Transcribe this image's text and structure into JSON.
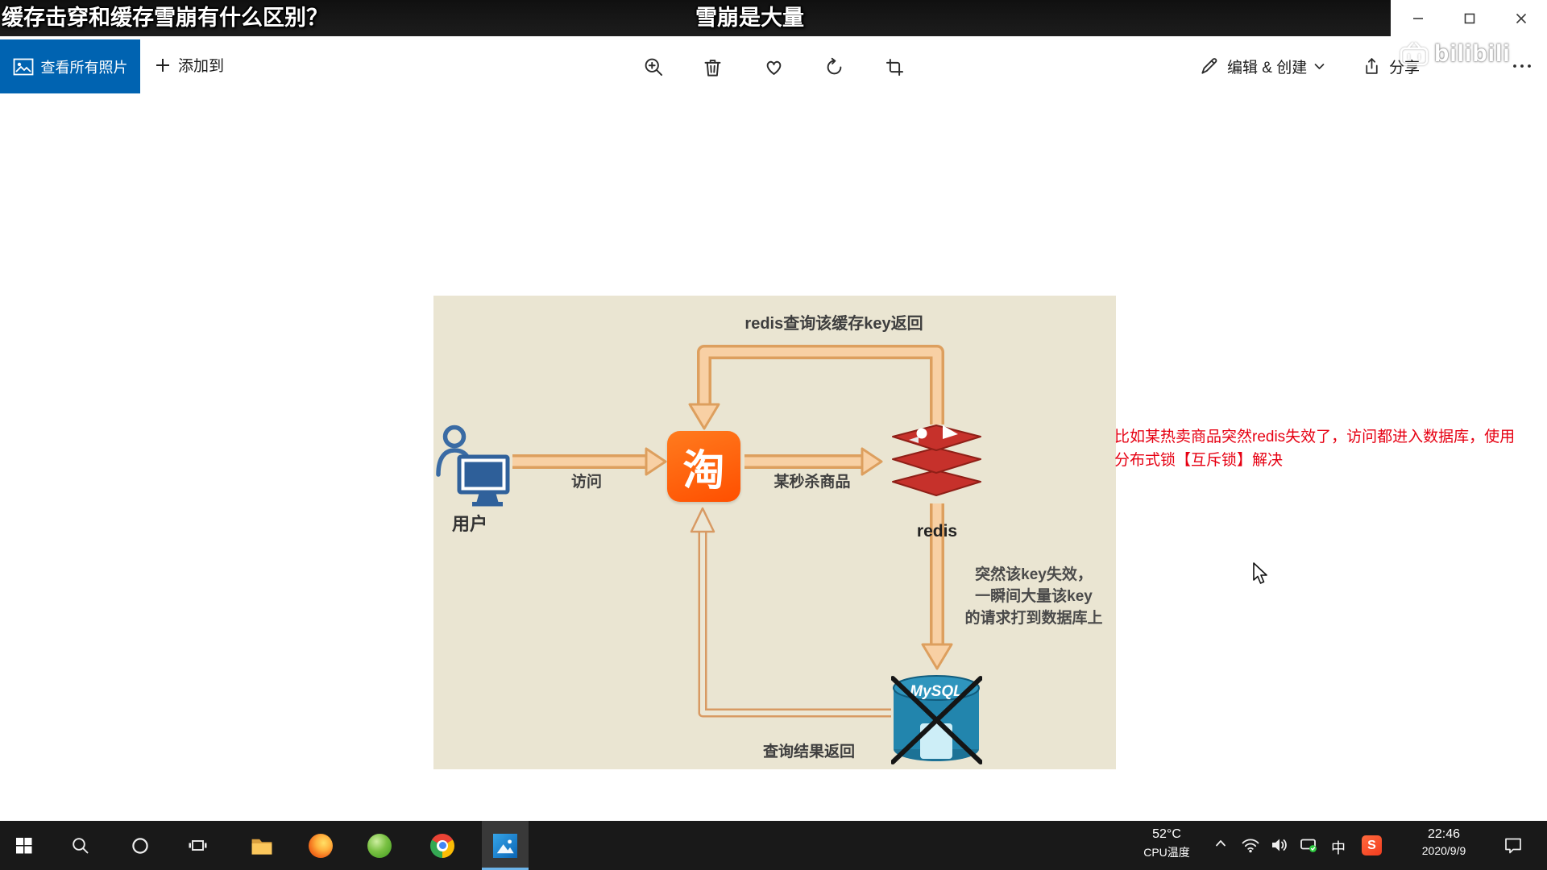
{
  "colors": {
    "accent_blue": "#0063b1",
    "taobao_orange": "#ff5000",
    "redis_red": "#c6312b",
    "mysql_blue": "#2285ad",
    "annotation_red": "#e60012",
    "diagram_bg": "#eae5d2",
    "arrow_fill": "#f8d0a4",
    "arrow_border": "#dd9f5e",
    "taskbar_bg": "#191919"
  },
  "video_overlay": {
    "title_left": "缓存击穿和缓存雪崩有什么区别？",
    "title_center": "雪崩是大量",
    "watermark": "bilibili"
  },
  "toolbar": {
    "view_all_label": "查看所有照片",
    "add_to_label": "添加到",
    "edit_create_label": "编辑 & 创建",
    "share_label": "分享"
  },
  "diagram": {
    "top_flow_label": "redis查询该缓存key返回",
    "user_label": "用户",
    "visit_label": "访问",
    "taobao_char": "淘",
    "seckill_label": "某秒杀商品",
    "redis_label": "redis",
    "key_invalid_line1": "突然该key失效，",
    "key_invalid_line2": "一瞬间大量该key",
    "key_invalid_line3": "的请求打到数据库上",
    "mysql_label": "MySQL",
    "return_label": "查询结果返回"
  },
  "annotation": {
    "line1": "比如某热卖商品突然redis失效了，访问都进入数据库，使用",
    "line2": "分布式锁【互斥锁】解决"
  },
  "taskbar": {
    "cpu_temp": "52°C",
    "cpu_temp_label": "CPU温度",
    "ime_indicator": "中",
    "clock_time": "22:46",
    "clock_date": "2020/9/9"
  }
}
